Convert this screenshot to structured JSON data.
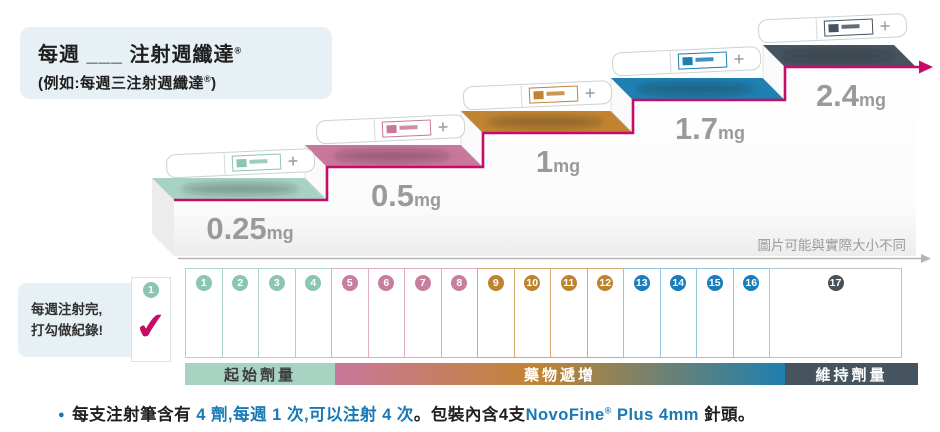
{
  "colors": {
    "magenta": "#c50d68",
    "teal": "#a8d2c2",
    "teal_circle": "#8ac6b2",
    "teal_border": "#aed6c6",
    "pink": "#c9779b",
    "pink_circle": "#c67f9f",
    "pink_border": "#ddadc2",
    "orange": "#c28432",
    "orange_circle": "#bd8430",
    "orange_border": "#d6a96e",
    "blue": "#1e7fb0",
    "blue_circle": "#187cbd",
    "blue_border": "#93c3de",
    "slate": "#46545f",
    "slate_circle": "#49525b",
    "cell17_border": "#b9c4ca",
    "box_bg": "#e7f0f4",
    "gray_text": "#9a9a9a",
    "blue_text": "#1879b5",
    "dark_text": "#1f1f1f"
  },
  "header": {
    "title_main": "每週 ___ 注射週纖達",
    "reg": "®",
    "subtitle_pre": "(例如:每週三注射週纖達",
    "subtitle_post": ")"
  },
  "stair": {
    "disclaimer": "圖片可能與實際大小不同"
  },
  "doses": [
    {
      "num": "0.25",
      "unit": "mg"
    },
    {
      "num": "0.5",
      "unit": "mg"
    },
    {
      "num": "1",
      "unit": "mg"
    },
    {
      "num": "1.7",
      "unit": "mg"
    },
    {
      "num": "2.4",
      "unit": "mg"
    }
  ],
  "tracker": {
    "note_line1": "每週注射完,",
    "note_line2": "打勾做紀錄!",
    "check_glyph": "✔",
    "weeks": [
      "1",
      "2",
      "3",
      "4",
      "5",
      "6",
      "7",
      "8",
      "9",
      "10",
      "11",
      "12",
      "13",
      "14",
      "15",
      "16",
      "17"
    ],
    "phases": [
      "起始劑量",
      "藥物遞增",
      "維持劑量"
    ]
  },
  "footer": {
    "bullet": "●",
    "segments": [
      {
        "text": "每支注射筆含有 "
      },
      {
        "text": "4 劑,每週 1 次,可以注射 4 次"
      },
      {
        "text": "。包裝內含4支"
      },
      {
        "text": "NovoFine"
      },
      {
        "text": "®"
      },
      {
        "text": " Plus 4mm"
      },
      {
        "text": " 針頭。"
      }
    ]
  }
}
